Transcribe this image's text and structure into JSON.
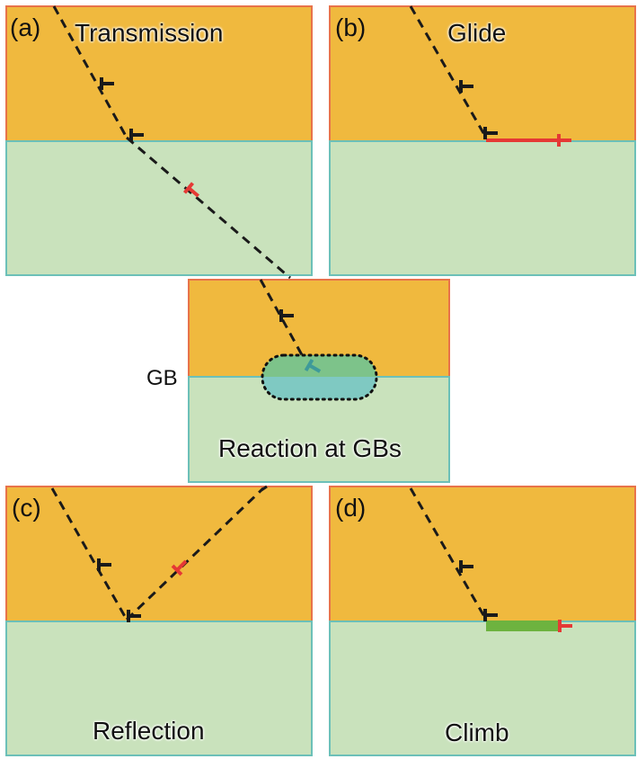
{
  "colors": {
    "upper_grain": "#F0B93E",
    "upper_border": "#E8734A",
    "lower_grain": "#C9E2BC",
    "lower_border": "#6CC0B8",
    "dislocation_incoming": "#1A1A1A",
    "dislocation_outgoing": "#E53935",
    "reaction_zone_upper": "#7DC38A",
    "reaction_zone_lower": "#7FC9C2",
    "reaction_dislocation": "#3E9A9A",
    "climb_segment": "#6DB33F"
  },
  "panels": {
    "a": {
      "tag": "(a)",
      "title": "Transmission"
    },
    "b": {
      "tag": "(b)",
      "title": "Glide"
    },
    "center": {
      "title": "Reaction at GBs",
      "gb_label": "GB"
    },
    "c": {
      "tag": "(c)",
      "title": "Reflection"
    },
    "d": {
      "tag": "(d)",
      "title": "Climb"
    }
  },
  "icons": {
    "dislocation_symbol": "edge-dislocation-icon"
  }
}
